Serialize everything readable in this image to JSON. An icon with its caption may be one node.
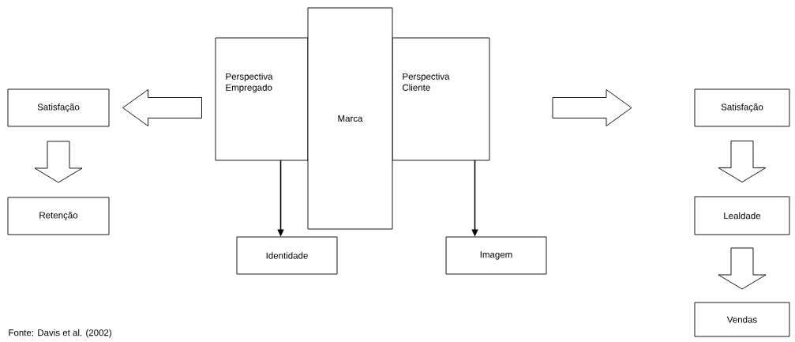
{
  "diagram": {
    "nodes": [
      {
        "text": [
          "Perspectiva Empregado"
        ]
      },
      {
        "text": [
          "Marca"
        ]
      },
      {
        "text": [
          "Perspectiva Cliente"
        ]
      },
      {
        "text": [
          "Satisfação"
        ]
      },
      {
        "text": [
          "Retenção"
        ]
      },
      {
        "text": [
          "Identidade"
        ]
      },
      {
        "text": [
          "Imagem"
        ]
      },
      {
        "text": [
          "Satisfação"
        ]
      },
      {
        "text": [
          "Lealdade"
        ]
      },
      {
        "text": [
          "Vendas"
        ]
      }
    ],
    "edges": [
      {
        "from": 0,
        "to": 3,
        "arrow": "to",
        "style": "thick"
      },
      {
        "from": 3,
        "to": 4,
        "arrow": "to",
        "style": "thick"
      },
      {
        "from": 0,
        "to": 5,
        "arrow": "to"
      },
      {
        "from": 2,
        "to": 6,
        "arrow": "to"
      },
      {
        "from": 2,
        "to": 7,
        "arrow": "to",
        "style": "thick"
      },
      {
        "from": 7,
        "to": 8,
        "arrow": "to",
        "style": "thick"
      },
      {
        "from": 8,
        "to": 9,
        "arrow": "to",
        "style": "thick"
      }
    ],
    "labels": [
      "Fonte: Davis et al. (2002)"
    ]
  }
}
